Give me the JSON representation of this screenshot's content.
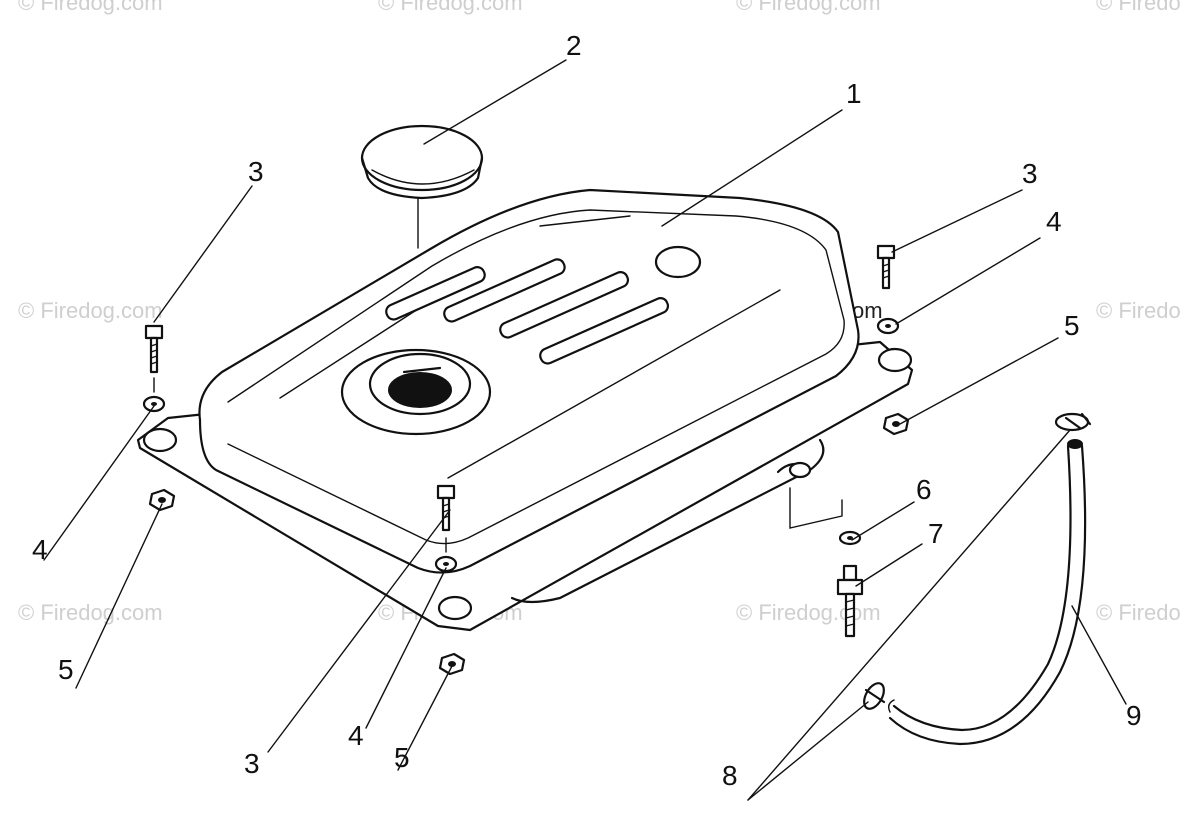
{
  "watermark": "© Firedog.com",
  "callouts": {
    "c1": "1",
    "c2": "2",
    "c3a": "3",
    "c3b": "3",
    "c3c": "3",
    "c4a": "4",
    "c4b": "4",
    "c4c": "4",
    "c5a": "5",
    "c5b": "5",
    "c5c": "5",
    "c6": "6",
    "c7": "7",
    "c8": "8",
    "c9": "9"
  },
  "colors": {
    "line": "#111111",
    "watermark": "#cfcfcf",
    "background": "#ffffff"
  }
}
